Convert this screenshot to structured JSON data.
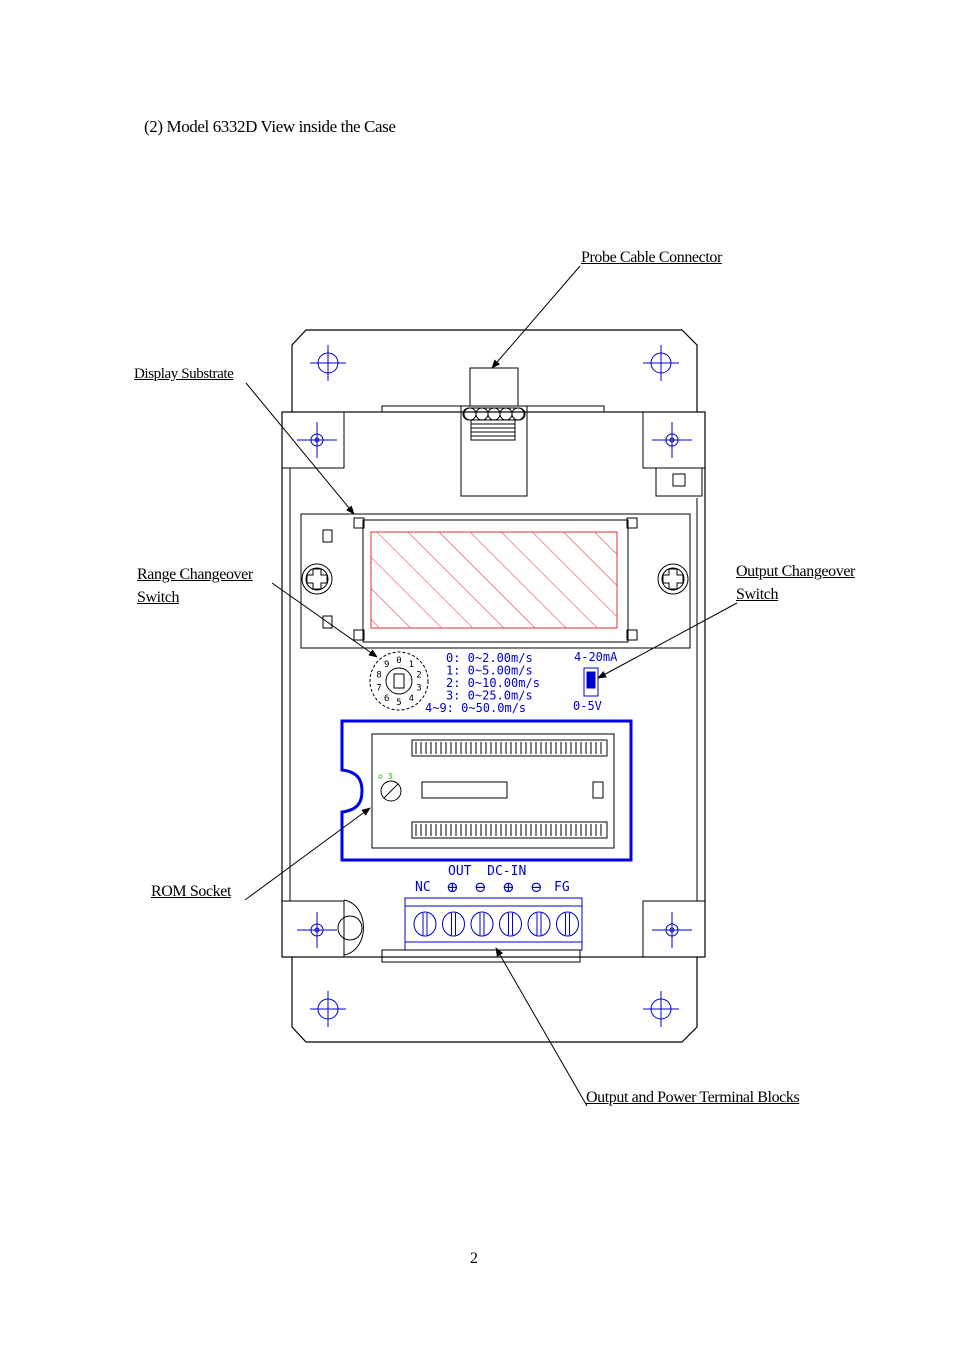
{
  "heading": "(2) Model 6332D View inside the Case",
  "callouts": {
    "probe_cable_connector": "Probe Cable Connector",
    "display_substrate": "Display Substrate",
    "range_changeover_line1": "Range Changeover",
    "range_changeover_line2": "Switch",
    "output_changeover_line1": "Output Changeover",
    "output_changeover_line2": "Switch",
    "rom_socket": "ROM Socket",
    "terminal_blocks": "Output and Power Terminal Blocks"
  },
  "board": {
    "range_table": [
      "0: 0~2.00m/s",
      "1: 0~5.00m/s",
      "2: 0~10.00m/s",
      "3: 0~25.0m/s",
      "4~9: 0~50.0m/s"
    ],
    "output_top": "4-20mA",
    "output_bottom": "0-5V",
    "dial_digits": [
      "0",
      "1",
      "2",
      "3",
      "4",
      "5",
      "6",
      "7",
      "8",
      "9"
    ],
    "terminal_header": "OUT  DC-IN",
    "terminal_nc": "NC",
    "terminal_fg": "FG",
    "terminal_signs": [
      "⊕",
      "⊖",
      "⊕",
      "⊖"
    ]
  },
  "colors": {
    "outline": "#000000",
    "mount_hole": "#0000cc",
    "rom_socket": "#0000ee",
    "display_hatch": "#e03030",
    "trimmer_mark": "#00bb00"
  },
  "page_number": "2"
}
